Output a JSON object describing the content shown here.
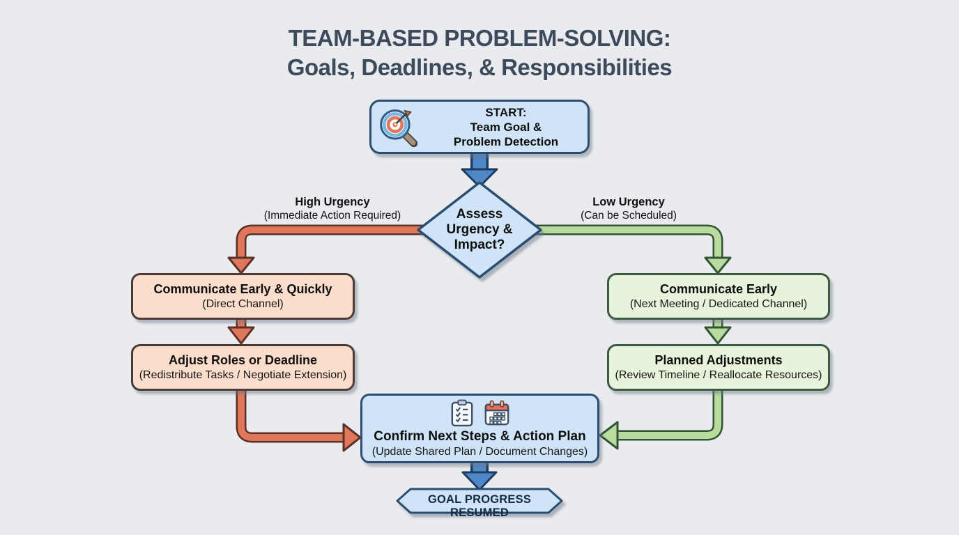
{
  "title": {
    "line1": "TEAM-BASED PROBLEM-SOLVING:",
    "line2": "Goals, Deadlines, & Responsibilities"
  },
  "start": {
    "line1": "START:",
    "line2": "Team Goal &",
    "line3": "Problem Detection",
    "icon": "target-search-icon"
  },
  "decision": {
    "line1": "Assess",
    "line2": "Urgency &",
    "line3": "Impact?"
  },
  "branches": {
    "high": {
      "label": "High Urgency",
      "sublabel": "(Immediate Action Required)"
    },
    "low": {
      "label": "Low Urgency",
      "sublabel": "(Can be Scheduled)"
    }
  },
  "boxes": {
    "communicate_quickly": {
      "title": "Communicate Early & Quickly",
      "subtitle": "(Direct Channel)"
    },
    "adjust_roles": {
      "title": "Adjust Roles or Deadline",
      "subtitle": "(Redistribute Tasks / Negotiate Extension)"
    },
    "communicate_early": {
      "title": "Communicate Early",
      "subtitle": "(Next Meeting / Dedicated Channel)"
    },
    "planned_adjustments": {
      "title": "Planned Adjustments",
      "subtitle": "(Review Timeline / Reallocate Resources)"
    },
    "confirm": {
      "title": "Confirm Next Steps & Action Plan",
      "subtitle": "(Update Shared Plan / Document Changes)",
      "icons": [
        "clipboard-checklist-icon",
        "calendar-icon"
      ]
    }
  },
  "end": {
    "label": "GOAL PROGRESS RESUMED"
  },
  "colors": {
    "background": "#e9ebee",
    "title_text": "#3d4a5c",
    "blue_fill": "#cfe5f7",
    "blue_border": "#2c4d72",
    "peach_fill": "#fbddcb",
    "peach_border": "#4c3a36",
    "green_fill": "#e7f3da",
    "green_border": "#3c5a40",
    "arrow_blue": "#4e88c7",
    "arrow_red": "#e0765a",
    "arrow_green": "#b9db9e"
  }
}
